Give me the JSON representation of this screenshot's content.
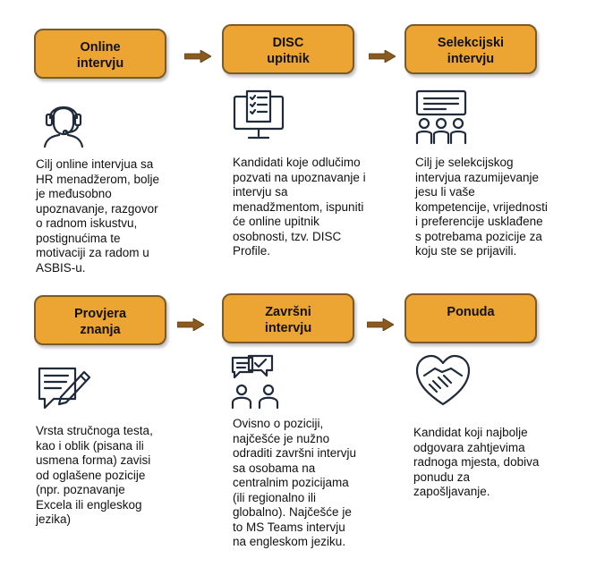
{
  "steps": [
    {
      "title": "Online\nintervju",
      "icon": "headset-operator-icon",
      "description": "Cilj online intervjua sa\nHR menadžerom, bolje\nje međusobno\nupoznavanje, razgovor\no radnom iskustvu,\npostignućima te\nmotivaciji za radom u\nASBIS-u."
    },
    {
      "title": "DISC\nupitnik",
      "icon": "questionnaire-monitor-icon",
      "description": "Kandidati koje odlučimo\npozvati na upoznavanje i\nintervju sa\nmenadžmentom, ispuniti\nće online upitnik\nosobnosti, tzv. DISC\nProfile."
    },
    {
      "title": "Selekcijski\nintervju",
      "icon": "group-meeting-icon",
      "description": "Cilj je selekcijskog\nintervjua razumijevanje\njesu li vaše\nkompetencije, vrijednosti\ni preferencije usklađene\ns potrebama pozicije za\nkoju ste se prijavili."
    },
    {
      "title": "Provjera\nznanja",
      "icon": "written-test-icon",
      "description": "Vrsta stručnoga testa,\nkao i oblik (pisana ili\nusmena forma) zavisi\nod oglašene pozicije\n(npr. poznavanje\nExcela ili engleskog\njezika)"
    },
    {
      "title": "Završni\nintervju",
      "icon": "two-people-chat-icon",
      "description": "Ovisno o poziciji,\nnajčešće je nužno\nodraditi završni intervju\nsa osobama na\ncentralnim pozicijama\n(ili regionalno ili\nglobalno). Najčešće je\nto MS Teams intervju\nna engleskom jeziku."
    },
    {
      "title": "Ponuda",
      "icon": "handshake-heart-icon",
      "description": "Kandidat koji najbolje\nodgovara zahtjevima\nradnoga mjesta, dobiva\nponudu za\nzapošljavanje."
    }
  ],
  "colors": {
    "box_fill": "#eca433",
    "box_border": "#7a5a2a",
    "arrow": "#8a5a1e",
    "icon_stroke": "#1f2a3a"
  }
}
